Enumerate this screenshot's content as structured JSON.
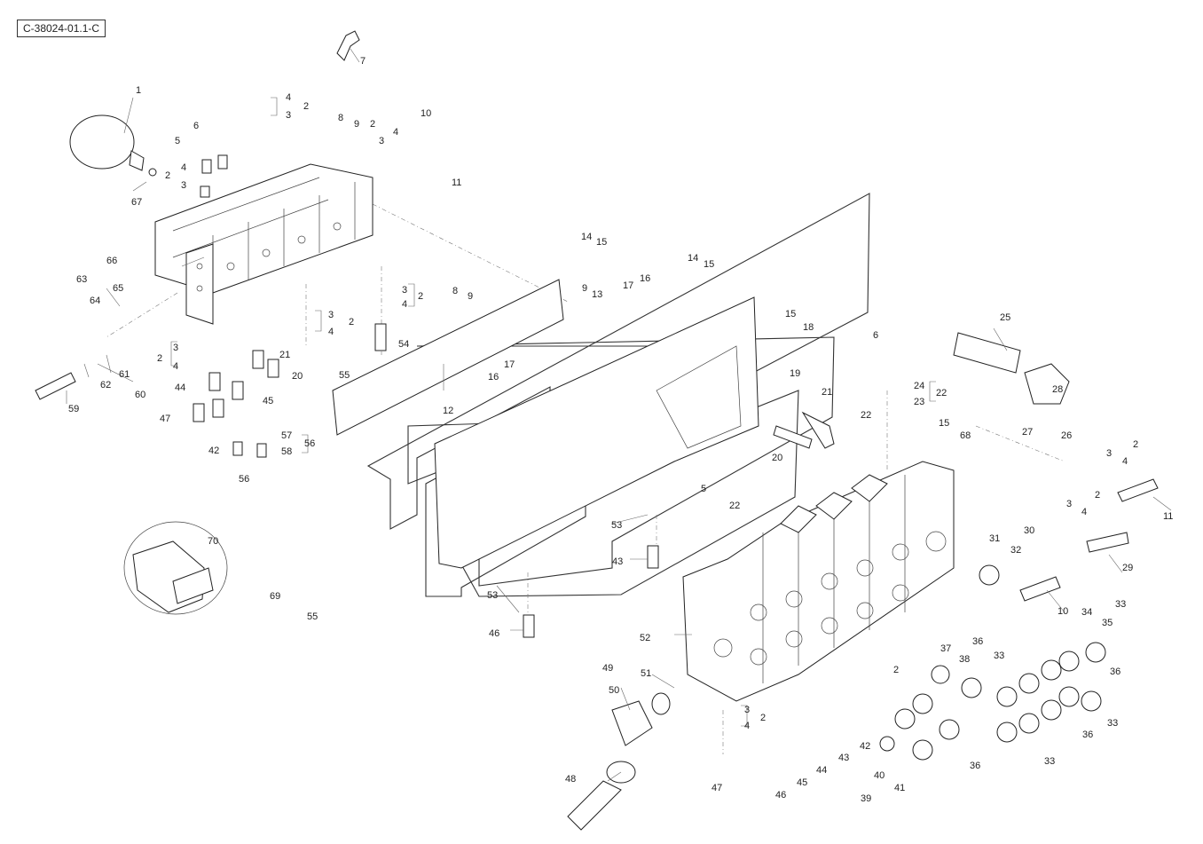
{
  "reference_code": "C-38024-01.1-C",
  "callouts": [
    "1",
    "2",
    "3",
    "4",
    "5",
    "6",
    "7",
    "8",
    "9",
    "10",
    "11",
    "12",
    "13",
    "14",
    "15",
    "16",
    "17",
    "18",
    "19",
    "20",
    "21",
    "22",
    "23",
    "24",
    "25",
    "26",
    "27",
    "28",
    "29",
    "30",
    "31",
    "32",
    "33",
    "34",
    "35",
    "36",
    "37",
    "38",
    "39",
    "40",
    "41",
    "42",
    "43",
    "44",
    "45",
    "46",
    "47",
    "48",
    "49",
    "50",
    "51",
    "52",
    "53",
    "54",
    "55",
    "56",
    "57",
    "58",
    "59",
    "60",
    "61",
    "62",
    "63",
    "64",
    "65",
    "66",
    "67",
    "68",
    "69",
    "70"
  ]
}
